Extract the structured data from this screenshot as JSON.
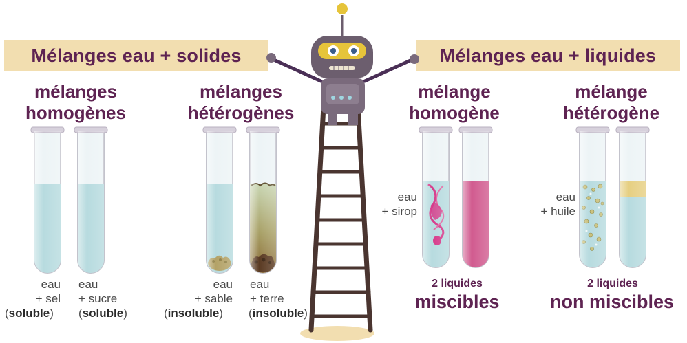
{
  "banners": {
    "left": "Mélanges eau + solides",
    "right": "Mélanges eau + liquides"
  },
  "headings": {
    "homogeneous_solids": [
      "mélanges",
      "homogènes"
    ],
    "heterogeneous_solids": [
      "mélanges",
      "hétérogènes"
    ],
    "homogeneous_liquid": [
      "mélange",
      "homogène"
    ],
    "heterogeneous_liquid": [
      "mélange",
      "hétérogène"
    ]
  },
  "tubes": {
    "salt": {
      "line1": "eau",
      "line2": "+ sel",
      "paren_open": "(",
      "bold": "soluble",
      "paren_close": ")"
    },
    "sugar": {
      "line1": "eau",
      "line2": "+ sucre",
      "paren_open": "(",
      "bold": "soluble",
      "paren_close": ")"
    },
    "sand": {
      "line1": "eau",
      "line2": "+ sable",
      "paren_open": "(",
      "bold": "insoluble",
      "paren_close": ")"
    },
    "soil": {
      "line1": "eau",
      "line2": "+ terre",
      "paren_open": "(",
      "bold": "insoluble",
      "paren_close": ")"
    },
    "syrup": {
      "line1": "eau",
      "line2": "+ sirop"
    },
    "oil": {
      "line1": "eau",
      "line2": "+ huile"
    }
  },
  "conclusions": {
    "miscible": {
      "small": "2 liquides",
      "big": "miscibles"
    },
    "non_miscible": {
      "small": "2 liquides",
      "big": "non miscibles"
    }
  },
  "colors": {
    "title_purple": "#5e2352",
    "banner_beige": "#f2deb0",
    "water_blue": "#b7dbdf",
    "syrup_pink": "#d15b8f",
    "oil_yellow": "#e6cf82",
    "robot_grey": "#6c5e6e",
    "ladder_brown": "#4a3530"
  }
}
